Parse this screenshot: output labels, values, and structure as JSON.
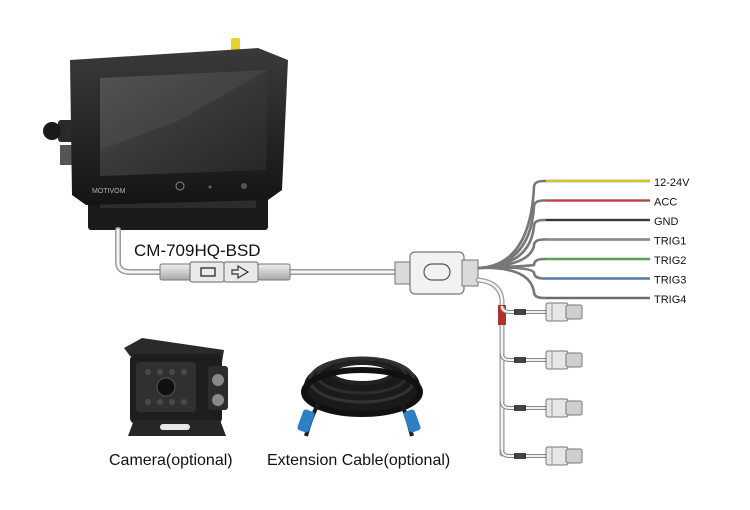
{
  "model_label": "CM-709HQ-BSD",
  "monitor_brand": "MOTIVOM",
  "wires": [
    {
      "label": "12-24V",
      "color": "#f2e400"
    },
    {
      "label": "ACC",
      "color": "#e53030"
    },
    {
      "label": "GND",
      "color": "#222222"
    },
    {
      "label": "TRIG1",
      "color": "#8a8a8a"
    },
    {
      "label": "TRIG2",
      "color": "#48b848"
    },
    {
      "label": "TRIG3",
      "color": "#3f7fd0"
    },
    {
      "label": "TRIG4",
      "color": "#6a6a6a"
    }
  ],
  "camera_caption": "Camera(optional)",
  "extension_caption": "Extension Cable(optional)",
  "camera_connectors": 4
}
